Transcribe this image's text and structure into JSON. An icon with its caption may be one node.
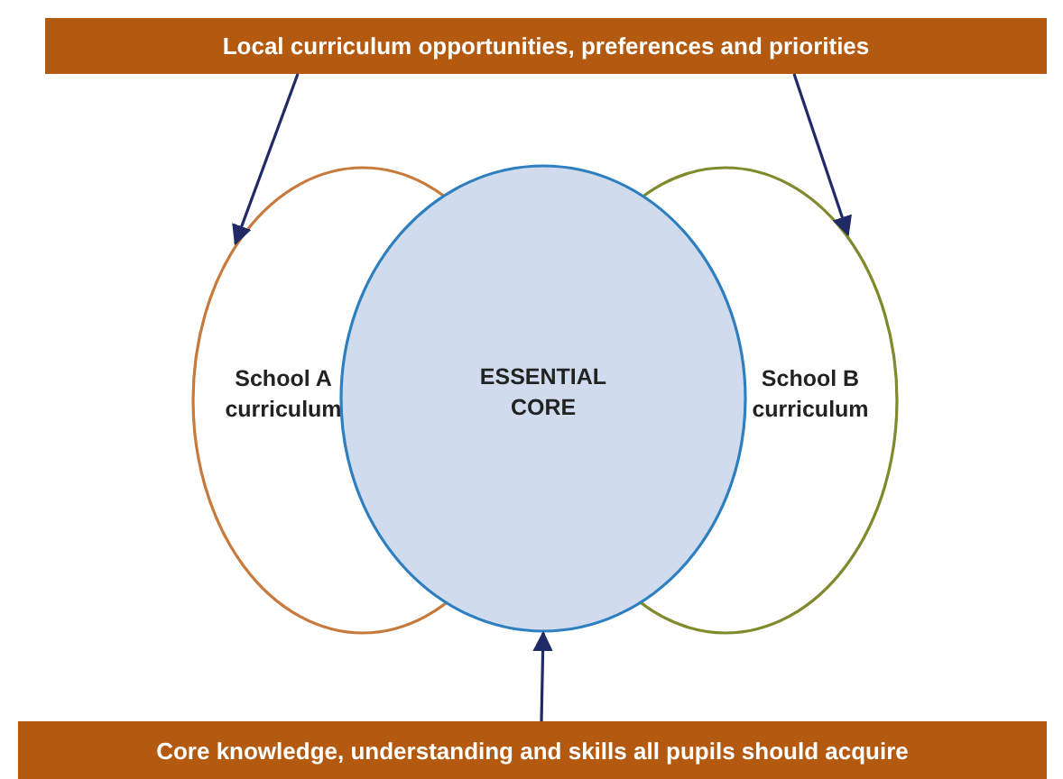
{
  "diagram": {
    "nodes": [
      {
        "text": [
          "Local curriculum opportunities, preferences and priorities"
        ]
      },
      {
        "text": [
          "School A curriculum"
        ]
      },
      {
        "text": [
          "School B curriculum"
        ]
      },
      {
        "text": [
          "ESSENTIAL CORE"
        ]
      },
      {
        "text": [
          "Core knowledge, understanding and skills all pupils should acquire"
        ]
      }
    ],
    "edges": [
      {
        "from": 0,
        "to": 1,
        "arrow": "to"
      },
      {
        "from": 0,
        "to": 2,
        "arrow": "to"
      },
      {
        "from": 4,
        "to": 3,
        "arrow": "to"
      }
    ]
  }
}
